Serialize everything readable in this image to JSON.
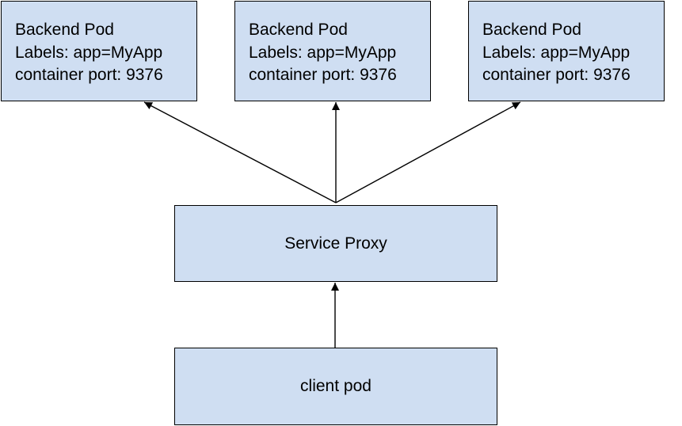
{
  "backend_pods": [
    {
      "title": "Backend Pod",
      "labels": "Labels: app=MyApp",
      "port": "container port: 9376"
    },
    {
      "title": "Backend Pod",
      "labels": "Labels: app=MyApp",
      "port": "container port: 9376"
    },
    {
      "title": "Backend Pod",
      "labels": "Labels: app=MyApp",
      "port": "container port: 9376"
    }
  ],
  "service_proxy": {
    "label": "Service Proxy"
  },
  "client_pod": {
    "label": "client pod"
  },
  "colors": {
    "box_fill": "#cfdef2",
    "border": "#000000",
    "arrow": "#000000"
  },
  "edges": [
    {
      "from": "client_pod",
      "to": "service_proxy"
    },
    {
      "from": "service_proxy",
      "to": "backend_pods.0"
    },
    {
      "from": "service_proxy",
      "to": "backend_pods.1"
    },
    {
      "from": "service_proxy",
      "to": "backend_pods.2"
    }
  ]
}
